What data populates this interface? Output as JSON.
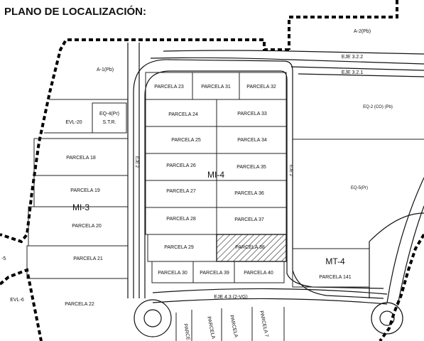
{
  "title": "PLANO DE LOCALIZACIÓN:",
  "zones": {
    "a2": "A-2(Pb)",
    "a1": "A-1(Pb)",
    "eq4": "EQ-4(Pr)",
    "str": "S.T.R.",
    "evl20": "EVL-20",
    "eq2": "EQ-2 (CO) (Pb)",
    "eq5": "EQ-5(Pr)",
    "mi4": "MI-4",
    "mi3": "MI-3",
    "mt4": "MT-4",
    "evl6": "EVL-6",
    "evl5": "-5"
  },
  "axes": {
    "eje322": "EJE 3.2.2",
    "eje321": "EJE 3.2.1",
    "eje43": "EJE 4.3 (2-VG)",
    "eje2a": "EJE 2",
    "eje2b": "EJE 2"
  },
  "parcels": {
    "p18": "PARCELA 18",
    "p19": "PARCELA 19",
    "p20": "PARCELA 20",
    "p21": "PARCELA 21",
    "p22": "PARCELA 22",
    "p23": "PARCELA 23",
    "p24": "PARCELA 24",
    "p25": "PARCELA 25",
    "p26": "PARCELA 26",
    "p27": "PARCELA 27",
    "p28": "PARCELA 28",
    "p29": "PARCELA 29",
    "p30": "PARCELA 30",
    "p31": "PARCELA 31",
    "p32": "PARCELA 32",
    "p33": "PARCELA 33",
    "p34": "PARCELA 34",
    "p35": "PARCELA 35",
    "p36": "PARCELA 36",
    "p37": "PARCELA 37",
    "p38": "PARCELA 38",
    "p39": "PARCELA 39",
    "p40": "PARCELA 40",
    "p141": "PARCELA 141",
    "pa": "PARCE",
    "pb": "PARCELA",
    "pc": "PARCELA",
    "pd": "PARCELA 7"
  }
}
